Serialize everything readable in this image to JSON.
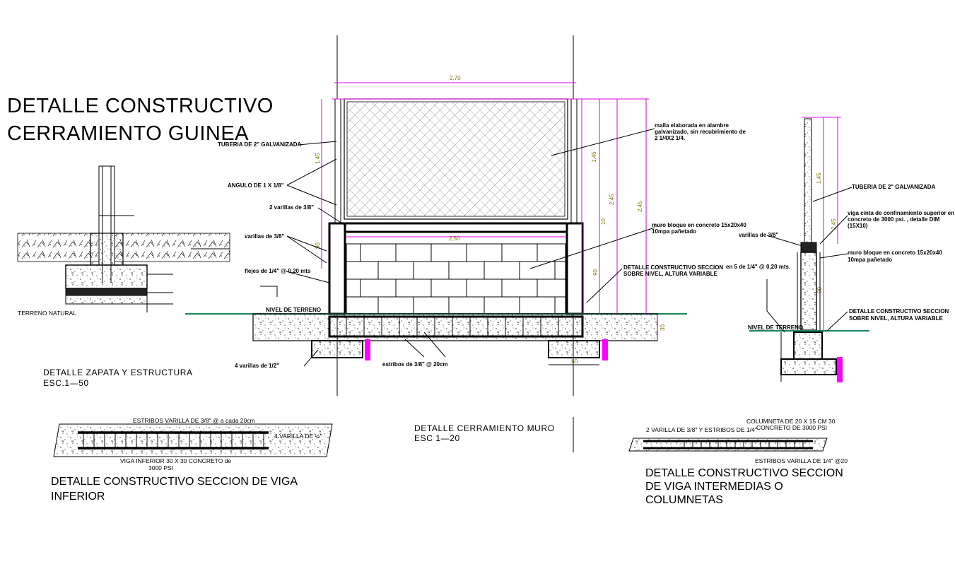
{
  "title": {
    "line1": "DETALLE CONSTRUCTIVO",
    "line2": "CERRAMIENTO GUINEA"
  },
  "footing_detail": {
    "label_terrain": "TERRENO NATURAL",
    "caption_line1": "DETALLE  ZAPATA  Y  ESTRUCTURA",
    "caption_line2": "ESC.1—50"
  },
  "main_elevation": {
    "dim_total_width": "2,70",
    "dim_inner_width": "2,50",
    "dim_mesh_height": "1,45",
    "dim_mesh_height_right": "1,45",
    "dim_overall_height": "2,45",
    "dim_overall_height_b": "2,45",
    "dim_beam": "10",
    "dim_wall_height": "90",
    "dim_col_left": "90",
    "dim_footing_depth": "30",
    "dim_footing_width": ",60",
    "label_pipe": "TUBERIA DE 2\" GALVANIZADA",
    "label_angle": "ANGULO DE 1 X 1/8\"",
    "label_bars_top": "2 varillas de 3/8\"",
    "label_bars_left": "varillas de 3/8\"",
    "label_stirrups": "flejes de 1/4\" @ 0,20 mts",
    "label_ground": "NIVEL DE TERRENO",
    "label_bottom_bars": "4 varillas de 1/2\"",
    "label_bottom_stirrups": "estribos de 3/8\" @ 20cm",
    "label_mesh_1": "malla elaborada en alambre",
    "label_mesh_2": "galvanizado, sin recubrimiento de",
    "label_mesh_3": "2 1/4X2 1/4.",
    "label_block_1": "muro bloque en concreto 15x20x40",
    "label_block_2": "10mpa pañetado",
    "label_section_1": "DETALLE CONSTRUCTIVO SECCION",
    "label_section_2": "SOBRE NIVEL, ALTURA VARIABLE",
    "caption_line1": "DETALLE  CERRAMIENTO  MURO",
    "caption_line2": "ESC  1—20"
  },
  "side_section": {
    "dim_top": "1,45",
    "dim_mid": "2,45",
    "dim_low": "90",
    "label_pipe": "TUBERIA DE 2\" GALVANIZADA",
    "label_beam_1": "viga cinta de confinamiento superior en",
    "label_beam_2": "concreto de 3000 psi. , detalle DIM",
    "label_beam_3": "(15X10)",
    "label_bars": "varillas de 3/8\"",
    "label_block_1": "muro bloque en concreto 15x20x40",
    "label_block_2": "10mpa pañetado",
    "label_stirrups": "en 5 de 1/4\" @ 0,20 mts.",
    "label_section_1": "DETALLE CONSTRUCTIVO SECCION",
    "label_section_2": "SOBRE NIVEL, ALTURA VARIABLE",
    "label_ground": "NIVEL DE TERRENO"
  },
  "beam_lower": {
    "label_stirrups": "ESTRIBOS VARILLA DE 3/8\" @ a cada 20cm",
    "label_rebar": "4 VARILLA DE ½\"",
    "label_spec_1": "VIGA INFERIOR 30 X 30 CONCRETO de",
    "label_spec_2": "3000 PSI",
    "caption_line1": "DETALLE CONSTRUCTIVO  SECCION DE VIGA",
    "caption_line2": "INFERIOR"
  },
  "beam_mid": {
    "label_col_1": "COLUMNETA DE 20 X 15 CM  30",
    "label_col_2": "CONCRETO DE 3000 PSI",
    "label_rebar": "2 VARILLA DE 3/8\" Y ESTRIBOS DE 1/4\"",
    "label_stirrups": "ESTRIBOS VARILLA DE 1/4\" @20",
    "caption_line1": "DETALLE CONSTRUCTIVO  SECCION",
    "caption_line2": "DE VIGA INTERMEDIAS O",
    "caption_line3": "COLUMNETAS"
  },
  "colors": {
    "dimension": "#e000e0",
    "ground_line": "#1f8a5e",
    "dim_text": "#7a7a00",
    "anchor": "#ff00ff"
  }
}
